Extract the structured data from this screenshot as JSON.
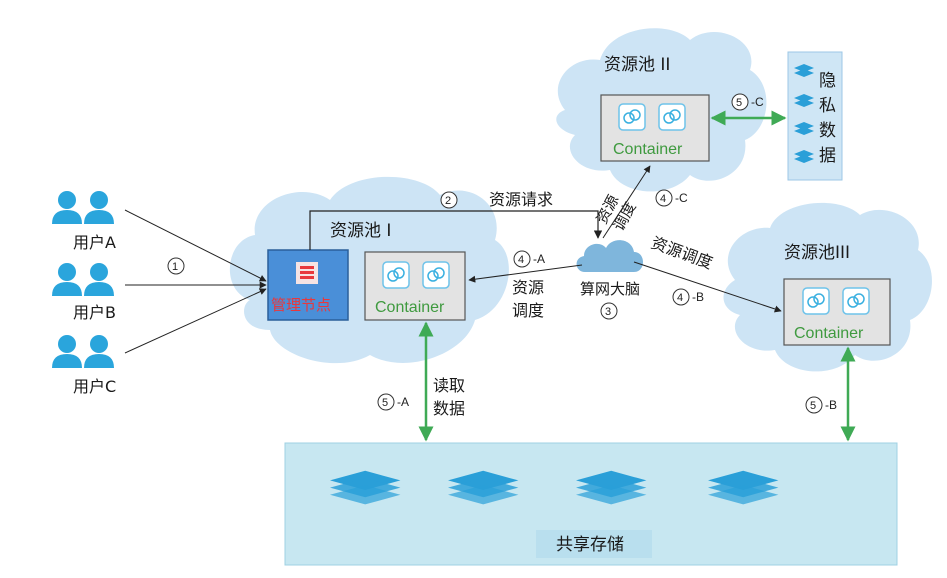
{
  "users": [
    {
      "label": "用户A"
    },
    {
      "label": "用户B"
    },
    {
      "label": "用户C"
    }
  ],
  "pools": {
    "pool1": "资源池 I",
    "pool2": "资源池 II",
    "pool3": "资源池III"
  },
  "container_label": "Container",
  "manager_label": "管理节点",
  "brain_label": "算网大脑",
  "private_data_label": [
    "隐",
    "私",
    "数",
    "据"
  ],
  "shared_storage_label": "共享存储",
  "edges": {
    "step1": "1",
    "step2": "2",
    "step2_text": "资源请求",
    "step3": "3",
    "step4a": "4",
    "step4a_suffix": "-A",
    "step4a_text": [
      "资源",
      "调度"
    ],
    "step4b": "4",
    "step4b_suffix": "-B",
    "step4b_text": "资源调度",
    "step4c": "4",
    "step4c_suffix": "-C",
    "step4c_text": [
      "资源",
      "调度"
    ],
    "step5a": "5",
    "step5a_suffix": "-A",
    "step5a_text": [
      "读取",
      "数据"
    ],
    "step5b": "5",
    "step5b_suffix": "-B",
    "step5c": "5",
    "step5c_suffix": "-C"
  },
  "colors": {
    "cloud": "#cde4f5",
    "container_fill": "#e3e3e3",
    "container_text": "#3f9a3f",
    "manager_fill": "#4a8fd8",
    "manager_text": "#e8383d",
    "green_arrow": "#3faa55",
    "storage_fill": "#c7e7f1",
    "icon_blue": "#3ab0e0"
  }
}
